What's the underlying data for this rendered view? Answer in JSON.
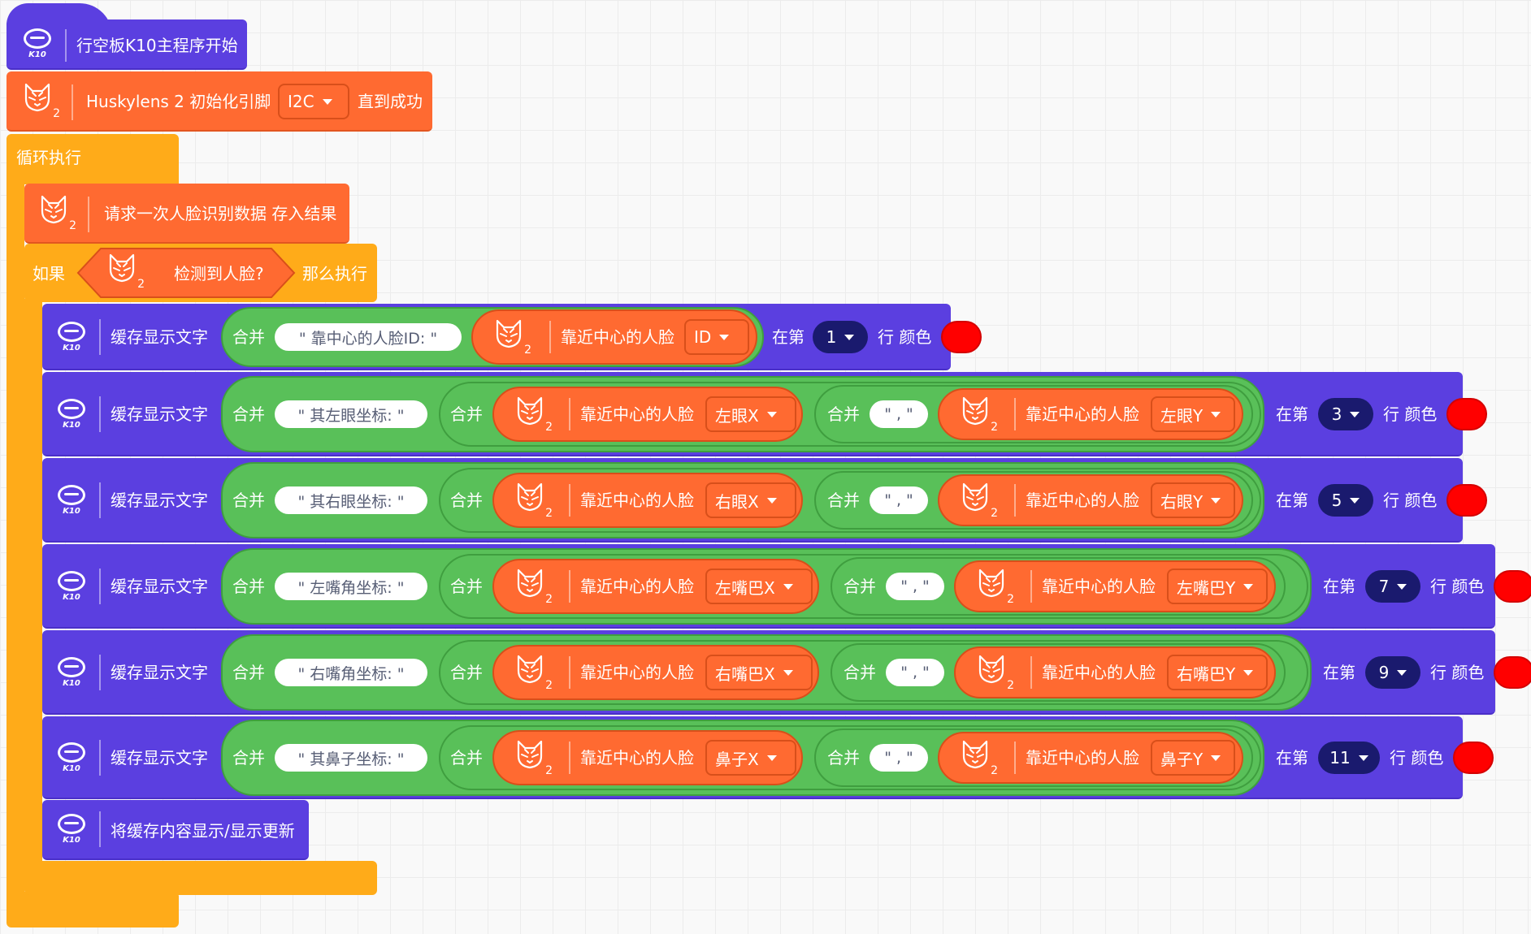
{
  "start_block": {
    "label": "行空板K10主程序开始",
    "k10_label": "K10"
  },
  "husky_init": {
    "prefix": "Huskylens 2 初始化引脚",
    "port": "I2C",
    "suffix": "直到成功"
  },
  "loop_label": "循环执行",
  "request_block": {
    "label": "请求一次人脸识别数据 存入结果"
  },
  "if_block": {
    "if_label": "如果",
    "condition": "检测到人脸?",
    "then_label": "那么执行"
  },
  "common": {
    "display_text": "缓存显示文字",
    "merge": "合并",
    "nearest_face": "靠近中心的人脸",
    "at_row": "在第",
    "row_color": "行 颜色",
    "comma": "\" , \"",
    "husky_index": "2",
    "k10": "K10"
  },
  "display_rows": [
    {
      "prefix": "\" 靠中心的人脸ID: \"",
      "field1": "ID",
      "row": "1"
    },
    {
      "prefix": "\" 其左眼坐标: \"",
      "field1": "左眼X",
      "field2": "左眼Y",
      "row": "3"
    },
    {
      "prefix": "\" 其右眼坐标: \"",
      "field1": "右眼X",
      "field2": "右眼Y",
      "row": "5"
    },
    {
      "prefix": "\" 左嘴角坐标: \"",
      "field1": "左嘴巴X",
      "field2": "左嘴巴Y",
      "row": "7"
    },
    {
      "prefix": "\" 右嘴角坐标: \"",
      "field1": "右嘴巴X",
      "field2": "右嘴巴Y",
      "row": "9"
    },
    {
      "prefix": "\" 其鼻子坐标: \"",
      "field1": "鼻子X",
      "field2": "鼻子Y",
      "row": "11"
    }
  ],
  "update_block": {
    "label": "将缓存内容显示/显示更新"
  },
  "colors": {
    "k10_purple": "#5b3fe0",
    "husky_orange": "#ff6a31",
    "control_yellow": "#ffab19",
    "operator_green": "#59c059",
    "number_navy": "#1a1a6e",
    "swatch_red": "#ff0000"
  }
}
